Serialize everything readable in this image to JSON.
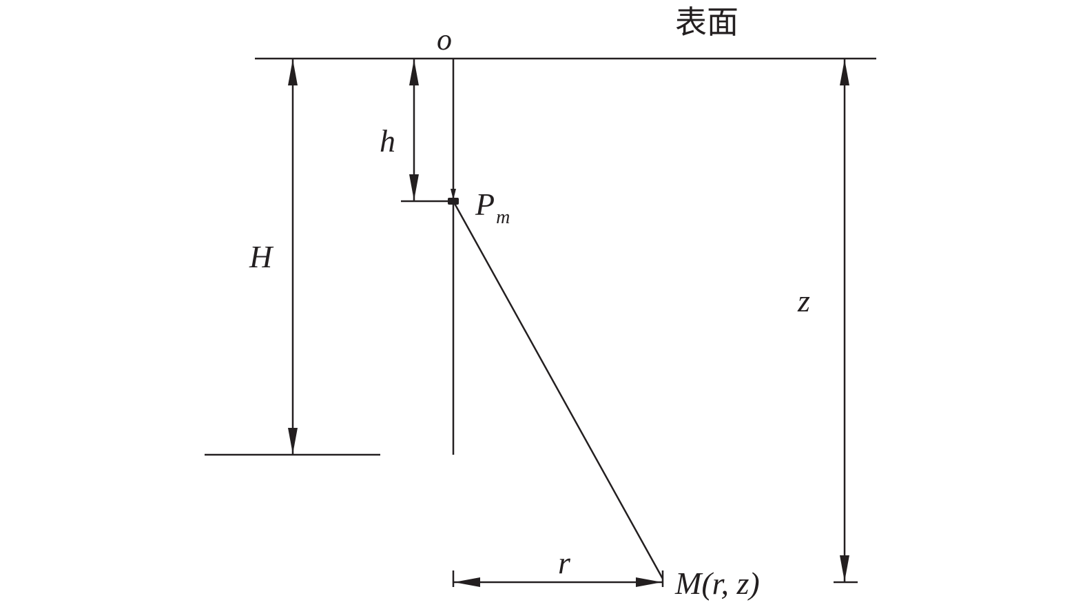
{
  "labels": {
    "surface": "表面",
    "origin": "o",
    "h": "h",
    "H": "H",
    "P": "P",
    "P_sub": "m",
    "z": "z",
    "r": "r",
    "M": "M(r, z)"
  }
}
